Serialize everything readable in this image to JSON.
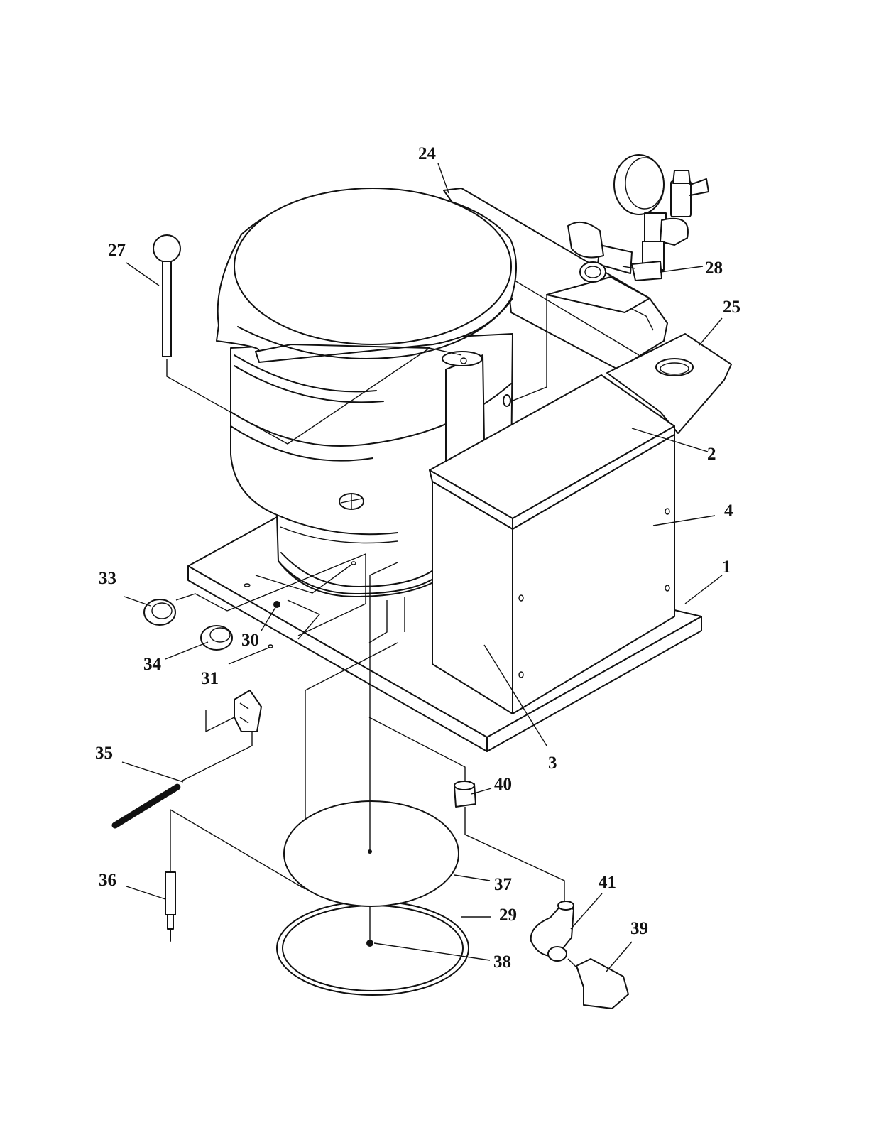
{
  "diagram": {
    "colors": {
      "line": "#111111",
      "background": "#ffffff"
    },
    "callouts": [
      {
        "id": "24",
        "label": "24"
      },
      {
        "id": "27",
        "label": "27"
      },
      {
        "id": "28",
        "label": "28"
      },
      {
        "id": "25",
        "label": "25"
      },
      {
        "id": "2",
        "label": "2"
      },
      {
        "id": "4",
        "label": "4"
      },
      {
        "id": "1",
        "label": "1"
      },
      {
        "id": "33",
        "label": "33"
      },
      {
        "id": "30",
        "label": "30"
      },
      {
        "id": "34",
        "label": "34"
      },
      {
        "id": "31",
        "label": "31"
      },
      {
        "id": "35",
        "label": "35"
      },
      {
        "id": "3",
        "label": "3"
      },
      {
        "id": "40",
        "label": "40"
      },
      {
        "id": "36",
        "label": "36"
      },
      {
        "id": "37",
        "label": "37"
      },
      {
        "id": "41",
        "label": "41"
      },
      {
        "id": "29",
        "label": "29"
      },
      {
        "id": "39",
        "label": "39"
      },
      {
        "id": "38",
        "label": "38"
      }
    ]
  }
}
